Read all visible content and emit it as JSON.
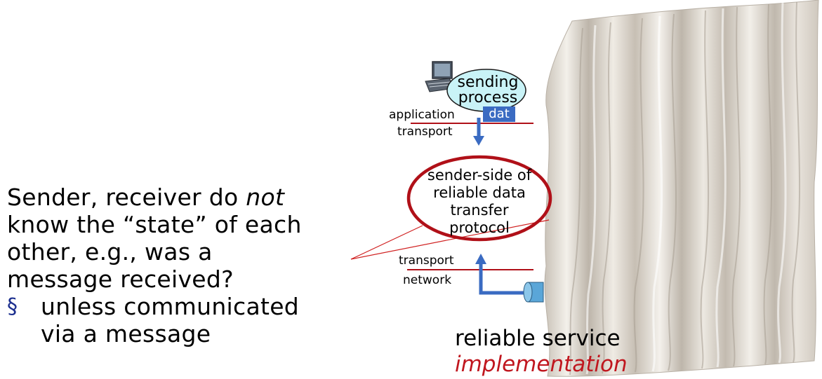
{
  "body": {
    "line1_pre": "Sender, receiver do ",
    "line1_em": "not",
    "line2": "know the “state” of each",
    "line3": "other, e.g., was a",
    "line4": "message received?",
    "bullet_symbol": "§",
    "bullet_line1": "unless communicated",
    "bullet_line2": "via a message"
  },
  "diagram": {
    "process_line1": "sending",
    "process_line2": "process",
    "data_label": "dat",
    "layer_application": "application",
    "layer_transport_top": "transport",
    "ellipse_line1": "sender-side of",
    "ellipse_line2": "reliable data",
    "ellipse_line3": "transfer",
    "ellipse_line4": "protocol",
    "layer_transport_bottom": "transport",
    "layer_network": "network"
  },
  "caption": {
    "line1": "reliable service",
    "line2": "implementation"
  },
  "colors": {
    "arrow": "#3a6bc2",
    "red": "#b01018",
    "process_fill": "#c9f3f7",
    "curtain": "#e6e1d9"
  }
}
